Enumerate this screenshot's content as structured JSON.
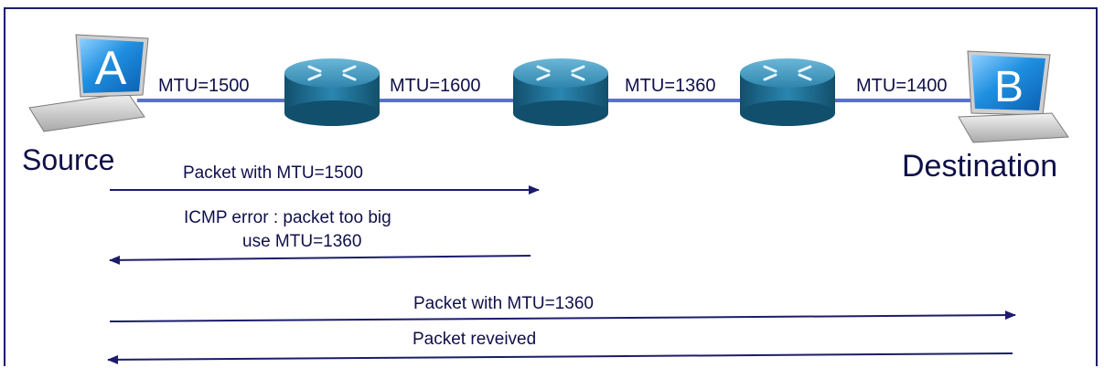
{
  "hosts": {
    "source": {
      "letter": "A",
      "label": "Source"
    },
    "destination": {
      "letter": "B",
      "label": "Destination"
    }
  },
  "links": [
    {
      "mtu": "MTU=1500"
    },
    {
      "mtu": "MTU=1600"
    },
    {
      "mtu": "MTU=1360"
    },
    {
      "mtu": "MTU=1400"
    }
  ],
  "messages": [
    {
      "text": "Packet with MTU=1500",
      "direction": "right"
    },
    {
      "text": "ICMP error : packet too big",
      "text2": "use MTU=1360",
      "direction": "left"
    },
    {
      "text": "Packet with MTU=1360",
      "direction": "right"
    },
    {
      "text": "Packet reveived",
      "direction": "left"
    }
  ],
  "colors": {
    "frame": "#1c1c6b",
    "arrow": "#1c1c6b",
    "link": "#5a6fd6",
    "screen": "#1f8fe0",
    "router_top": "#3f93b8",
    "router_body": "#1f6d92",
    "text": "#0f0f4a"
  }
}
